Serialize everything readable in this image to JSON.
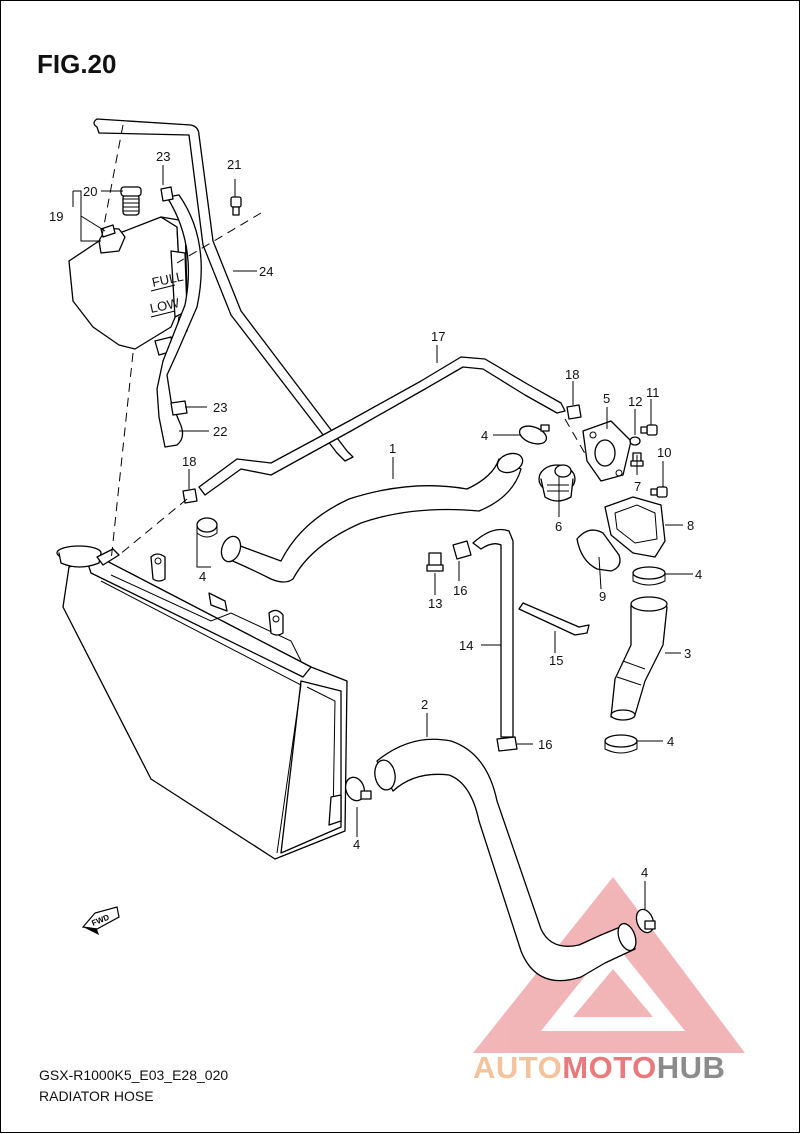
{
  "figure": {
    "title": "FIG.20",
    "model_code": "GSX-R1000K5_E03_E28_020",
    "name": "RADIATOR HOSE"
  },
  "labels": {
    "p1": "1",
    "p2": "2",
    "p3": "3",
    "p4a": "4",
    "p4b": "4",
    "p4c": "4",
    "p4d": "4",
    "p4e": "4",
    "p4f": "4",
    "p5": "5",
    "p6": "6",
    "p7": "7",
    "p8": "8",
    "p9": "9",
    "p10": "10",
    "p11": "11",
    "p12": "12",
    "p13": "13",
    "p14": "14",
    "p15": "15",
    "p16a": "16",
    "p16b": "16",
    "p17": "17",
    "p18a": "18",
    "p18b": "18",
    "p19": "19",
    "p20": "20",
    "p21": "21",
    "p22": "22",
    "p23a": "23",
    "p23b": "23",
    "p24": "24"
  },
  "tank_marks": {
    "full": "FULL",
    "low": "LOW"
  },
  "fwd_mark": "FWD",
  "watermark": {
    "part1": "AUTO",
    "part2": "MOTO",
    "part3": "HUB"
  },
  "colors": {
    "line": "#000000",
    "watermark_red": "#e8797d",
    "watermark_orange": "#f3c39e",
    "watermark_gray": "#8b8b8b"
  }
}
